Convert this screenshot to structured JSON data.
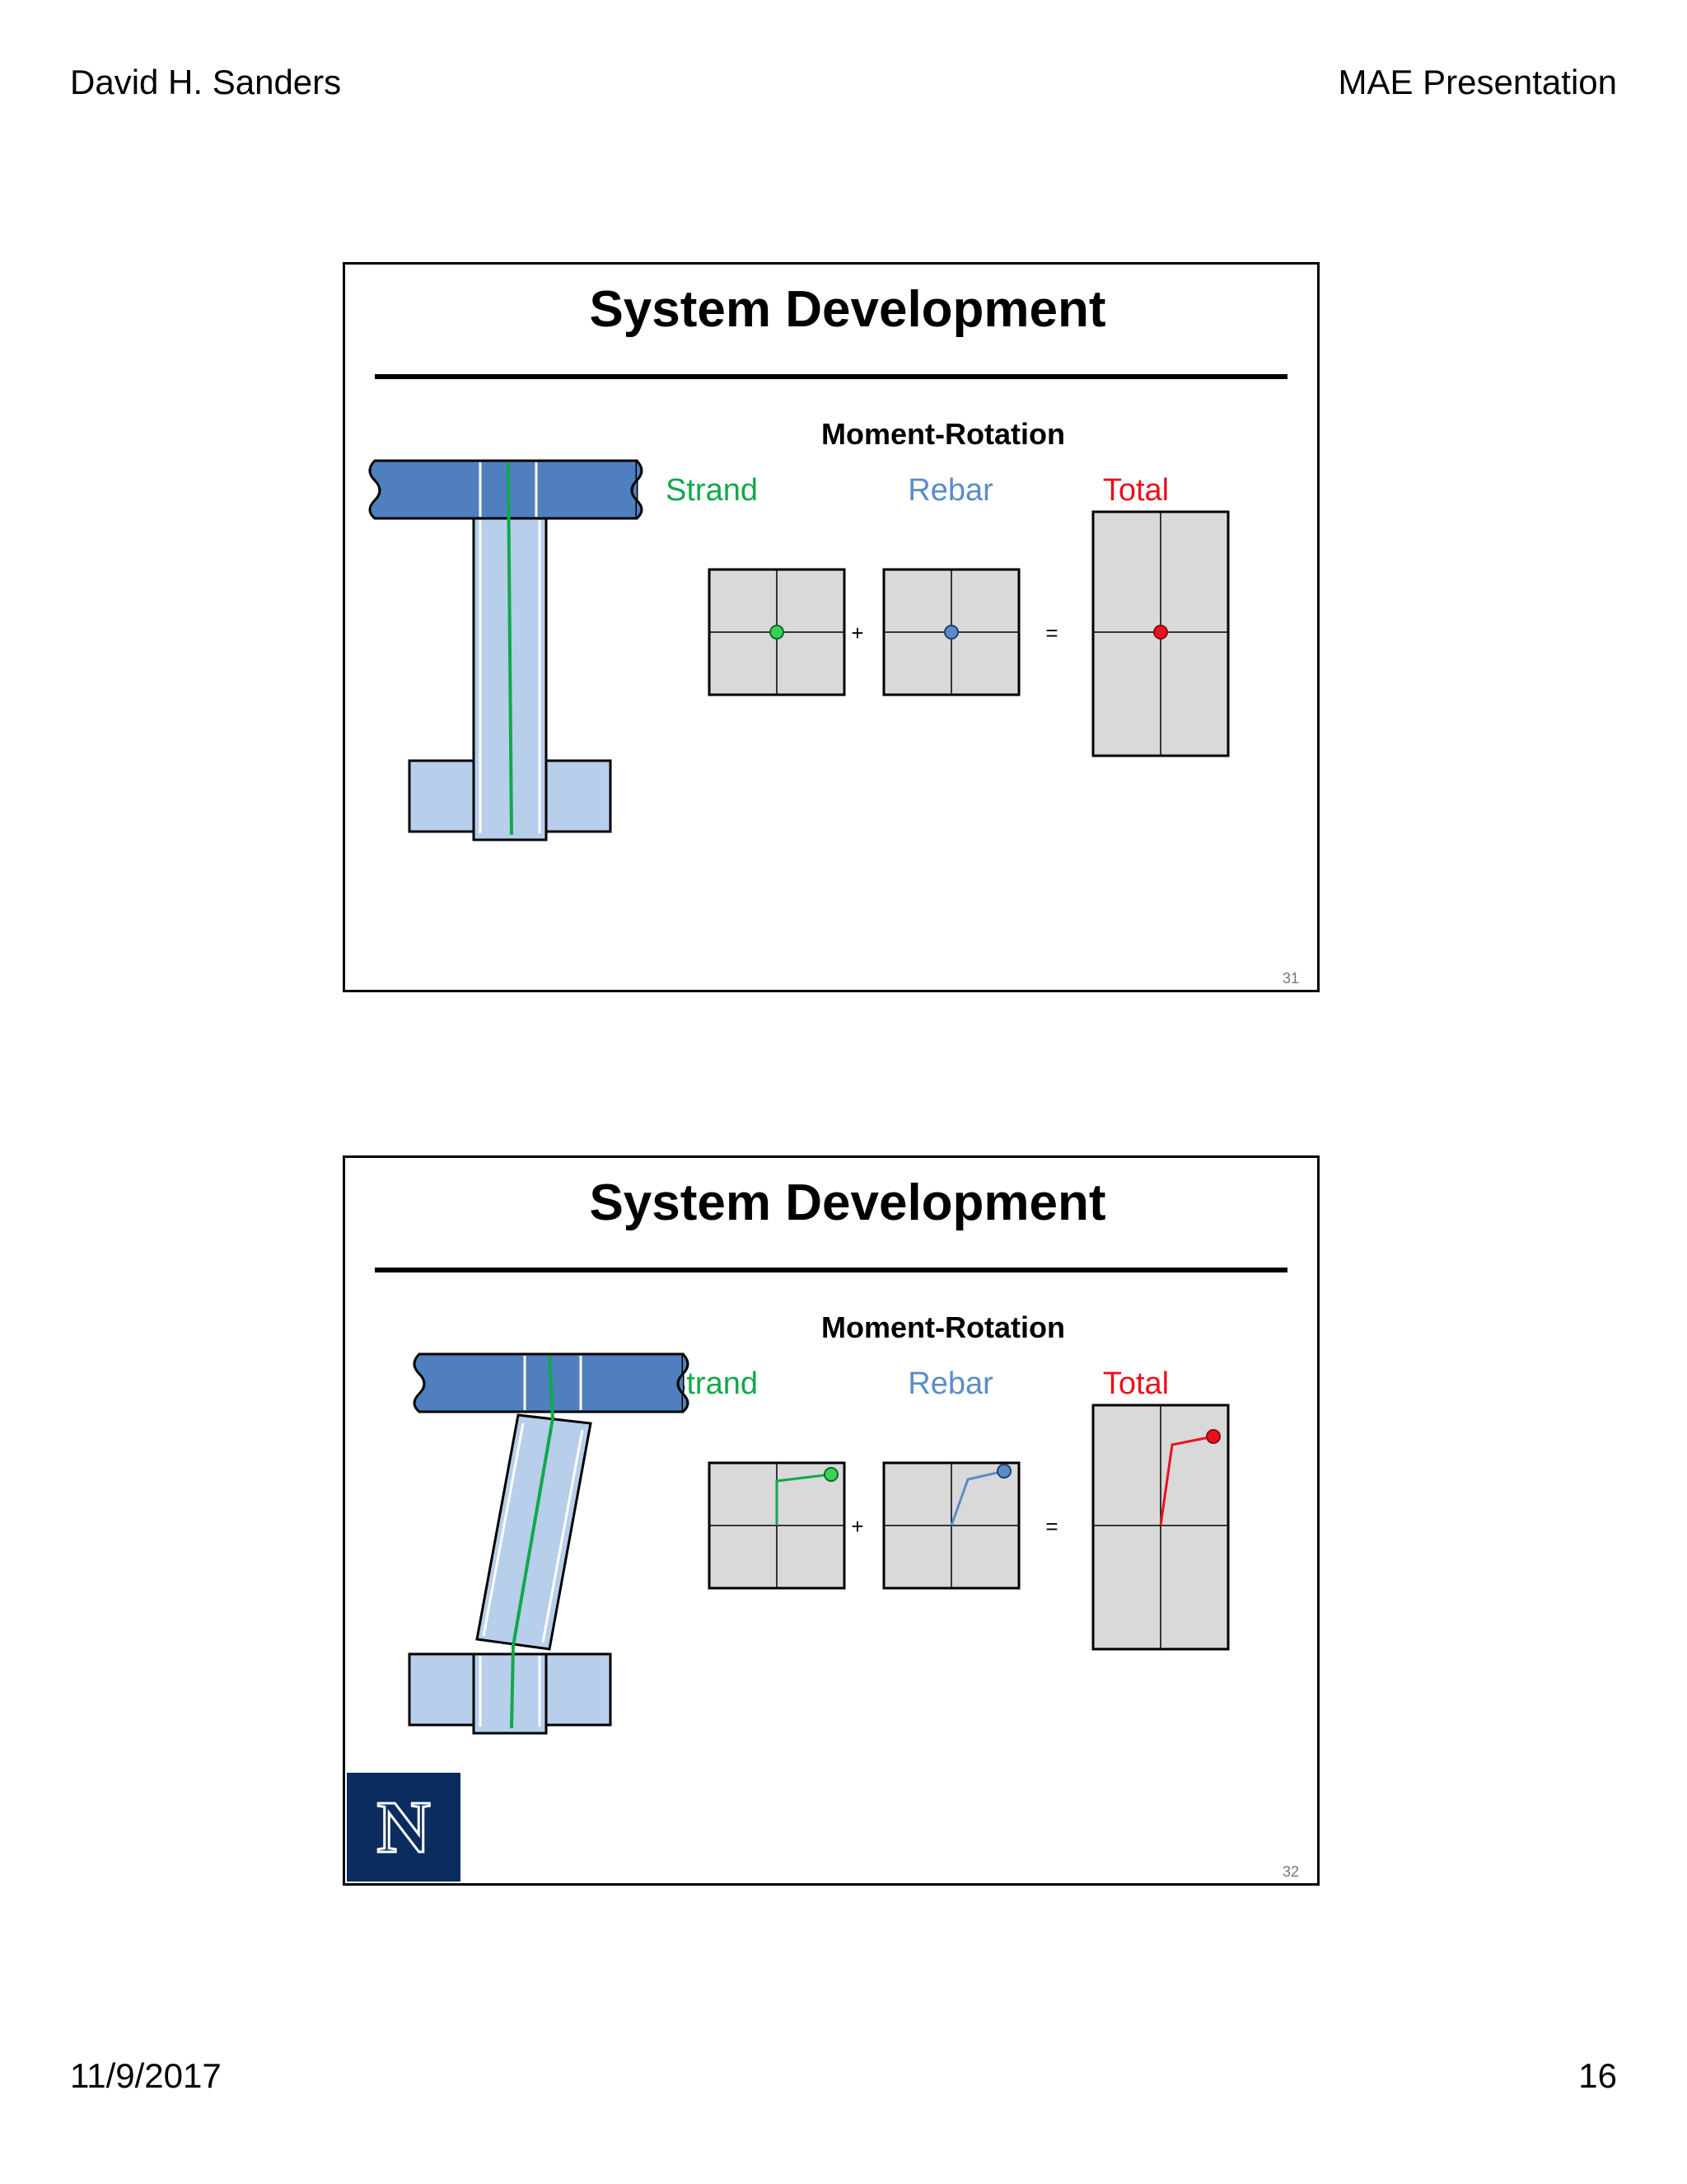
{
  "page_header": {
    "left": "David H. Sanders",
    "right": "MAE Presentation"
  },
  "page_footer": {
    "left": "11/9/2017",
    "right": "16"
  },
  "colors": {
    "strand": "#12a84a",
    "rebar": "#5b8cc8",
    "total": "#e8121e",
    "cap": "#4f7fbf",
    "column": "#b7cfeb",
    "plot_bg": "#d9d9d9",
    "logo_bg": "#0a2c5e"
  },
  "slides": [
    {
      "title": "System Development",
      "subtitle": "Moment-Rotation",
      "labels": {
        "strand": "Strand",
        "rebar": "Rebar",
        "total": "Total"
      },
      "operators": {
        "plus": "+",
        "equals": "="
      },
      "slide_number": "31",
      "state": "initial"
    },
    {
      "title": "System Development",
      "subtitle": "Moment-Rotation",
      "labels": {
        "strand": "Strand",
        "rebar": "Rebar",
        "total": "Total"
      },
      "operators": {
        "plus": "+",
        "equals": "="
      },
      "slide_number": "32",
      "state": "rotated",
      "logo": {
        "letter": "N",
        "icon": "university-n-logo"
      }
    }
  ]
}
